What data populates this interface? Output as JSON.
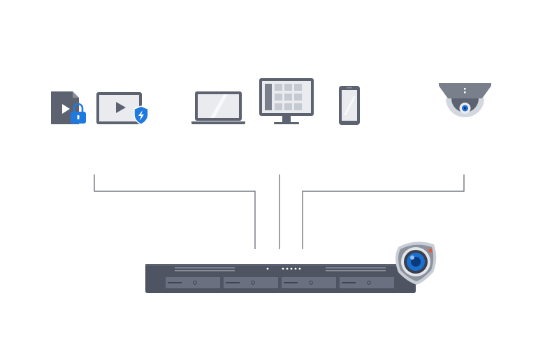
{
  "diagram": {
    "sources": [
      {
        "id": "protected-media-file",
        "icon": "locked-video-file-icon"
      },
      {
        "id": "video-player",
        "icon": "video-player-shield-icon"
      },
      {
        "id": "laptop",
        "icon": "laptop-icon"
      },
      {
        "id": "desktop-monitor",
        "icon": "monitor-grid-icon"
      },
      {
        "id": "smartphone",
        "icon": "smartphone-icon"
      },
      {
        "id": "ip-camera",
        "icon": "dome-camera-icon"
      }
    ],
    "target": {
      "id": "rackmount-nas",
      "drive_bays": 4,
      "badge_icon": "surveillance-camera-badge-icon"
    },
    "links": [
      "left-branch",
      "center-branch",
      "right-branch"
    ]
  },
  "colors": {
    "device_dark": "#5d6270",
    "device_mid": "#7a7f8c",
    "screen_light": "#e9ebef",
    "nas_body": "#4f5462",
    "nas_bay": "#6b7080",
    "line": "#5a5f6b",
    "accent_blue": "#1f7ae0",
    "camera_lens": "#1b6fd1",
    "camera_shell": "#c9ced6"
  }
}
